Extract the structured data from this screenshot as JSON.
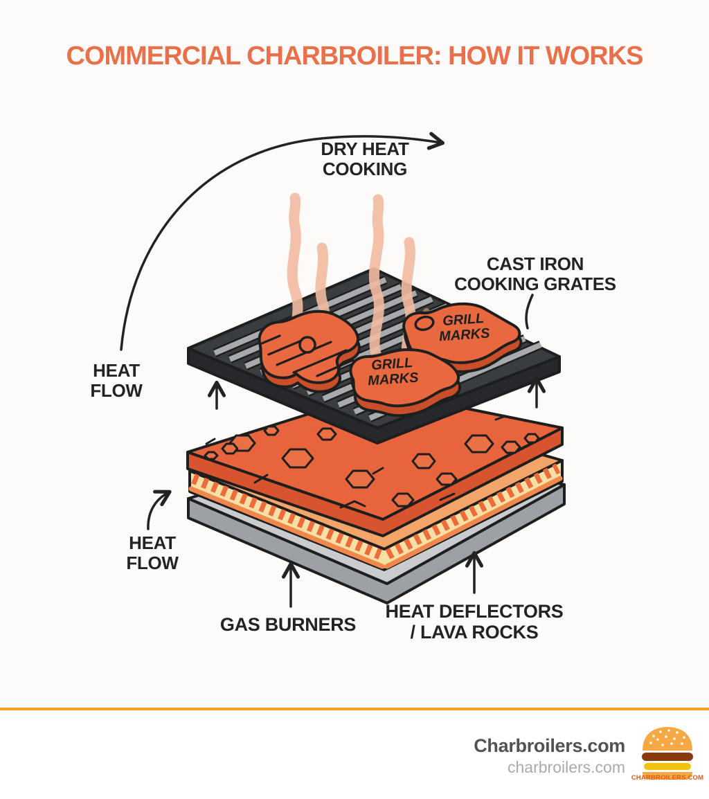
{
  "title": "COMMERCIAL CHARBROILER: HOW IT WORKS",
  "labels": {
    "dry_heat_cooking": "DRY HEAT\nCOOKING",
    "cast_iron_grates": "CAST IRON\nCOOKING GRATES",
    "heat_flow_top": "HEAT\nFLOW",
    "heat_flow_bottom": "HEAT\nFLOW",
    "gas_burners": "GAS BURNERS",
    "heat_deflectors": "HEAT DEFLECTORS\n/ LAVA ROCKS"
  },
  "steaks": {
    "grill_marks_right": "GRILL\nMARKS",
    "grill_marks_front": "GRILL\nMARKS"
  },
  "footer": {
    "brand": "Charbroilers.com",
    "website": "charbroilers.com",
    "logo_caption": "CHARBROILERS.COM"
  },
  "colors": {
    "background": "#FCFBF9",
    "accent_title": "#E8714C",
    "ink": "#232323",
    "outline": "#1E1E1E",
    "smoke": "#F3BBA1",
    "steak": "#E8693F",
    "steak_side": "#C94F2A",
    "lava_top": "#E8643C",
    "lava_side": "#D8542E",
    "rock": "#EA7046",
    "flame_peach": "#F2A469",
    "flame_cream": "#F8DFA4",
    "flame_squiggle": "#ED6C3B",
    "flame_strip": "#F0874D",
    "grate_top": "#3A3D40",
    "grate_side": "#26282B",
    "grate_bar": "#A8AAAD",
    "steel_top": "#C9CBCE",
    "steel_side": "#9DA0A4",
    "divider": "#F7A11B",
    "footer_brand": "#515254",
    "footer_url": "#A8AAAC",
    "logo_bun": "#F5A843",
    "logo_patty": "#8B3A0E",
    "logo_cheese": "#F2C20F",
    "logo_text": "#E2571F"
  }
}
